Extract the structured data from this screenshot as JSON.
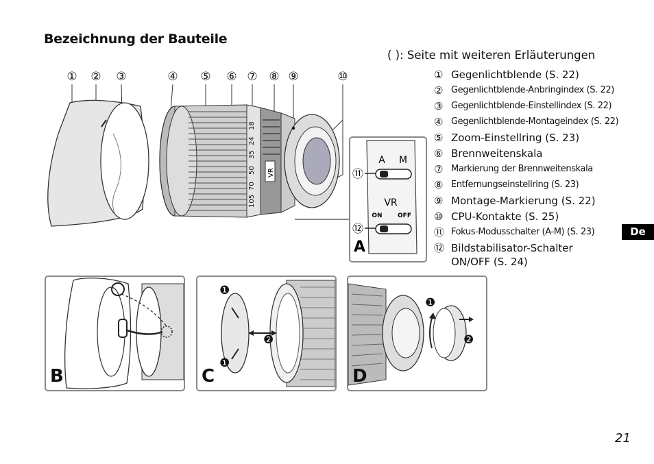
{
  "section_title": "Bezeichnung der Bauteile",
  "legend_note": "(     ): Seite mit weiteren Erläuterungen",
  "parts": [
    {
      "num": "①",
      "label": "Gegenlichtblende (S. 22)"
    },
    {
      "num": "②",
      "label": "Gegenlichtblende-Anbringindex (S. 22)"
    },
    {
      "num": "③",
      "label": "Gegenlichtblende-Einstellindex (S. 22)"
    },
    {
      "num": "④",
      "label": "Gegenlichtblende-Montageindex (S. 22)"
    },
    {
      "num": "⑤",
      "label": "Zoom-Einstellring (S. 23)"
    },
    {
      "num": "⑥",
      "label": "Brennweitenskala"
    },
    {
      "num": "⑦",
      "label": "Markierung der Brennweitenskala"
    },
    {
      "num": "⑧",
      "label": "Entfernungseinstellring (S. 23)"
    },
    {
      "num": "⑨",
      "label": "Montage-Markierung (S. 22)"
    },
    {
      "num": "⑩",
      "label": "CPU-Kontakte (S. 25)"
    },
    {
      "num": "⑪",
      "label": "Fokus-Modusschalter (A-M) (S. 23)"
    },
    {
      "num": "⑫",
      "label": "Bildstabilisator-Schalter ON/OFF (S. 24)"
    }
  ],
  "diagram": {
    "callouts": [
      "①",
      "②",
      "③",
      "④",
      "⑤",
      "⑥",
      "⑦",
      "⑧",
      "⑨",
      "⑩"
    ],
    "scale_marks": [
      "18",
      "24",
      "35",
      "50",
      "70",
      "105"
    ],
    "vr_badge": "VR",
    "switch_panel": {
      "label": "A",
      "af_a": "A",
      "af_m": "M",
      "vr": "VR",
      "on": "ON",
      "off": "OFF",
      "callout_11": "⑪",
      "callout_12": "⑫"
    }
  },
  "panels": [
    {
      "label": "B"
    },
    {
      "label": "C",
      "steps": [
        "❶",
        "❷",
        "❶"
      ]
    },
    {
      "label": "D",
      "steps": [
        "❶",
        "❷"
      ]
    }
  ],
  "language_tab": "De",
  "page_number": "21"
}
